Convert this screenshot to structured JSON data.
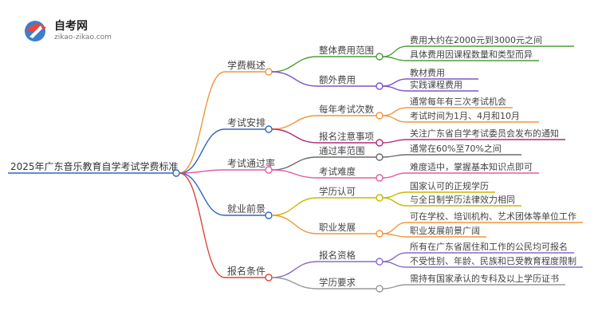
{
  "logo": {
    "title": "自考网",
    "subtitle": "zikao-zikao.com"
  },
  "root": {
    "label": "2025年广东音乐教育自学考试学费标准",
    "color": "#2f66c5"
  },
  "branches": [
    {
      "label": "学费概述",
      "color": "#f0963c",
      "children": [
        {
          "label": "整体费用范围",
          "color": "#4c9e3a",
          "leaves": [
            "费用大约在2000元到3000元之间",
            "具体费用因课程数量和类型而异"
          ]
        },
        {
          "label": "额外费用",
          "color": "#7b57c7",
          "leaves": [
            "教材费用",
            "实践课程费用"
          ]
        }
      ]
    },
    {
      "label": "考试安排",
      "color": "#2f66c5",
      "children": [
        {
          "label": "每年考试次数",
          "color": "#f0963c",
          "leaves": [
            "通常每年有三次考试机会",
            "考试时间为1月、4月和10月"
          ]
        },
        {
          "label": "报名注意事项",
          "color": "#b02a7a",
          "leaves": [
            "关注广东省自学考试委员会发布的通知"
          ]
        }
      ]
    },
    {
      "label": "考试通过率",
      "color": "#e45ba4",
      "children": [
        {
          "label": "通过率范围",
          "color": "#6b6b6b",
          "leaves": [
            "通常在60%至70%之间"
          ]
        },
        {
          "label": "考试难度",
          "color": "#e45ba4",
          "leaves": [
            "难度适中，掌握基本知识点即可"
          ]
        }
      ]
    },
    {
      "label": "就业前景",
      "color": "#2f66c5",
      "children": [
        {
          "label": "学历认可",
          "color": "#c9b800",
          "leaves": [
            "国家认可的正规学历",
            "与全日制学历法律效力相同"
          ]
        },
        {
          "label": "职业发展",
          "color": "#f0963c",
          "leaves": [
            "可在学校、培训机构、艺术团体等单位工作",
            "职业发展前景广阔"
          ]
        }
      ]
    },
    {
      "label": "报名条件",
      "color": "#d9473a",
      "children": [
        {
          "label": "报名资格",
          "color": "#8a6bc8",
          "leaves": [
            "所有在广东省居住和工作的公民均可报名",
            "不受性别、年龄、民族和已受教育程度限制"
          ]
        },
        {
          "label": "学历要求",
          "color": "#999999",
          "leaves": [
            "需持有国家承认的专科及以上学历证书"
          ]
        }
      ]
    }
  ]
}
